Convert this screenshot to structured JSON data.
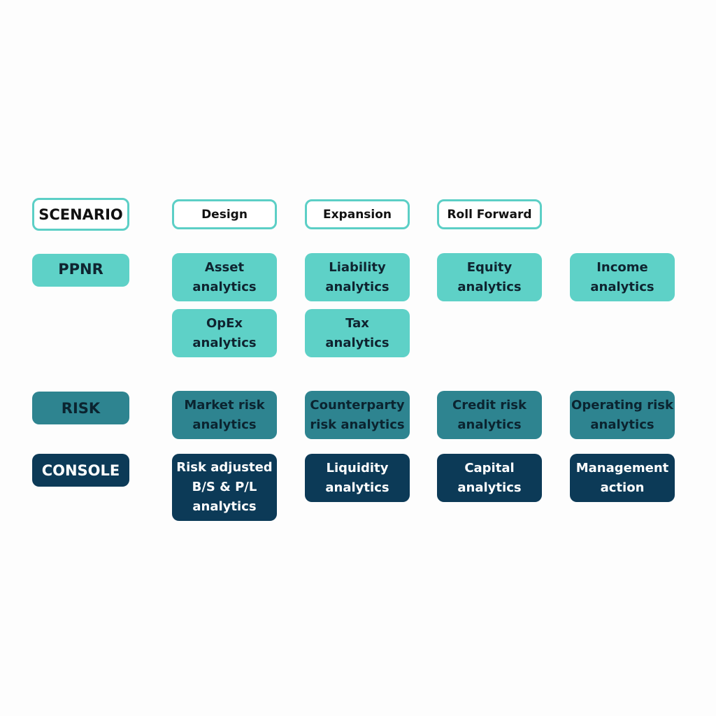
{
  "rows": {
    "scenario": {
      "label": "SCENARIO",
      "cells": [
        "Design",
        "Expansion",
        "Roll Forward"
      ]
    },
    "ppnr": {
      "label": "PPNR",
      "cells": [
        "Asset\nanalytics",
        "Liability\nanalytics",
        "Equity\nanalytics",
        "Income\nanalytics",
        "OpEx\nanalytics",
        "Tax\nanalytics"
      ]
    },
    "risk": {
      "label": "RISK",
      "cells": [
        "Market risk\nanalytics",
        "Counterparty\nrisk analytics",
        "Credit risk\nanalytics",
        "Operating risk\nanalytics"
      ]
    },
    "console": {
      "label": "CONSOLE",
      "cells": [
        "Risk adjusted\nB/S & P/L\nanalytics",
        "Liquidity\nanalytics",
        "Capital\nanalytics",
        "Management\naction"
      ]
    }
  },
  "colors": {
    "outline": "#5ccfc6",
    "ppnr": "#5ed1c7",
    "risk": "#2e8490",
    "console": "#0c3a57"
  }
}
